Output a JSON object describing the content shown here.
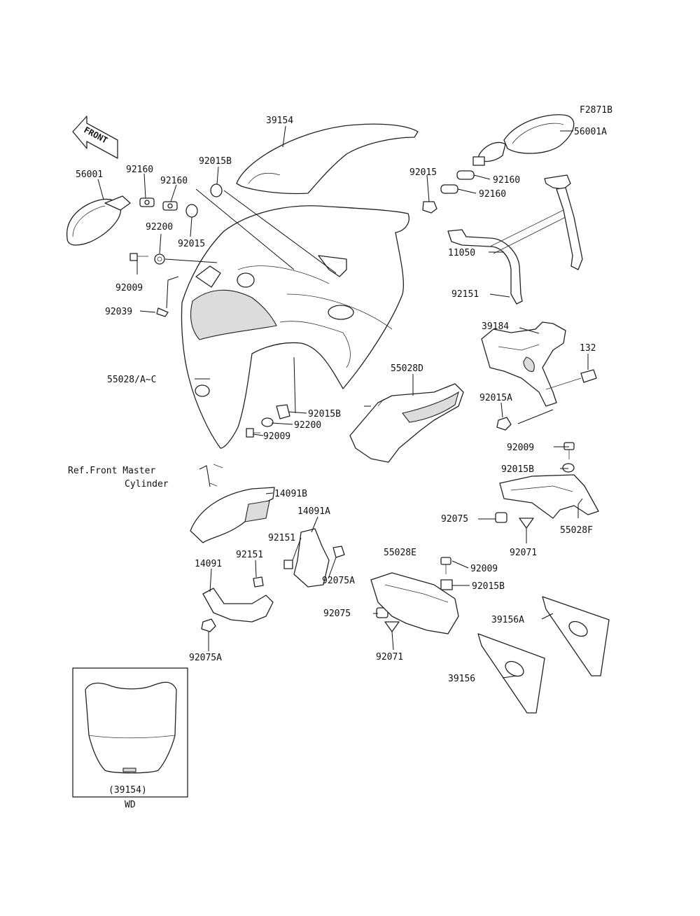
{
  "figure_code": "F2871B",
  "front_arrow": "FRONT",
  "labels": {
    "p39154": "39154",
    "p56001A": "56001A",
    "p56001": "56001",
    "p92160_a": "92160",
    "p92160_b": "92160",
    "p92015B_a": "92015B",
    "p92015_a": "92015",
    "p92160_c": "92160",
    "p92160_d": "92160",
    "p92200_a": "92200",
    "p92015_b": "92015",
    "p11050": "11050",
    "p92009_a": "92009",
    "p92151_a": "92151",
    "p92039": "92039",
    "p39184": "39184",
    "p132": "132",
    "p55028AC": "55028/A~C",
    "p55028D": "55028D",
    "p92015A": "92015A",
    "p92015B_b": "92015B",
    "p92200_b": "92200",
    "p92009_b": "92009",
    "p92009_c": "92009",
    "p92015B_c": "92015B",
    "ref_front_master_1": "Ref.Front Master",
    "ref_front_master_2": "Cylinder",
    "p14091B": "14091B",
    "p92075_a": "92075",
    "p55028F": "55028F",
    "p14091A": "14091A",
    "p92071_a": "92071",
    "p92151_b": "92151",
    "p14091": "14091",
    "p92151_c": "92151",
    "p55028E": "55028E",
    "p92009_d": "92009",
    "p92075A_a": "92075A",
    "p92015B_d": "92015B",
    "p92075_b": "92075",
    "p39156A": "39156A",
    "p92075A_b": "92075A",
    "p92071_b": "92071",
    "p39156": "39156",
    "inset_part": "(39154)",
    "inset_caption": "WD"
  }
}
